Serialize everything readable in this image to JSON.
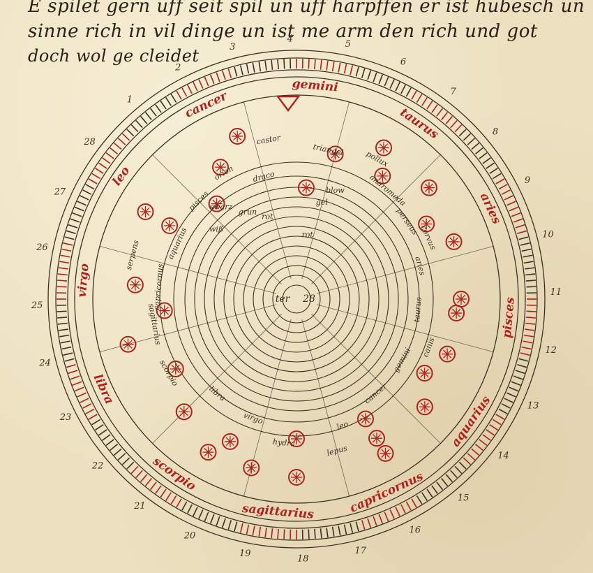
{
  "manuscript": {
    "text_lines": [
      "E spilet gern uff seit spil un uff harpffen er ist hubesch un",
      "sinne rich in vil dinge un ist me arm den rich und got",
      "doch wol ge cleidet"
    ]
  },
  "star_map": {
    "colors": {
      "ink": "#3a3024",
      "red_ink": "#b0201c",
      "parchment": "#ece0c0"
    },
    "center_labels": [
      "ter",
      "28"
    ],
    "inner_color_labels": [
      "swarz",
      "wiß",
      "grun",
      "rot",
      "blow",
      "gel",
      "rot"
    ],
    "constellations": [
      "triangel",
      "pollux",
      "castor",
      "andromeda",
      "perseus",
      "aries",
      "taurus",
      "gemini",
      "cancer",
      "leo",
      "virgo",
      "libra",
      "scorpio",
      "sagittarius",
      "capricornus",
      "aquarius",
      "pisces",
      "orion",
      "draco",
      "hydra",
      "lepus",
      "canis",
      "corvus",
      "serpens"
    ],
    "ring_labels": [
      "gemini",
      "taurus",
      "aries",
      "pisces",
      "aquarius",
      "capricornus",
      "sagittarius",
      "scorpio",
      "libra",
      "virgo",
      "leo",
      "cancer"
    ],
    "ring_numbers": [
      "1",
      "2",
      "3",
      "4",
      "5",
      "6",
      "7",
      "8",
      "9",
      "10",
      "11",
      "12",
      "13",
      "14",
      "15",
      "16",
      "17",
      "18",
      "19",
      "20",
      "21",
      "22",
      "23",
      "24",
      "25",
      "26",
      "27",
      "28"
    ]
  }
}
